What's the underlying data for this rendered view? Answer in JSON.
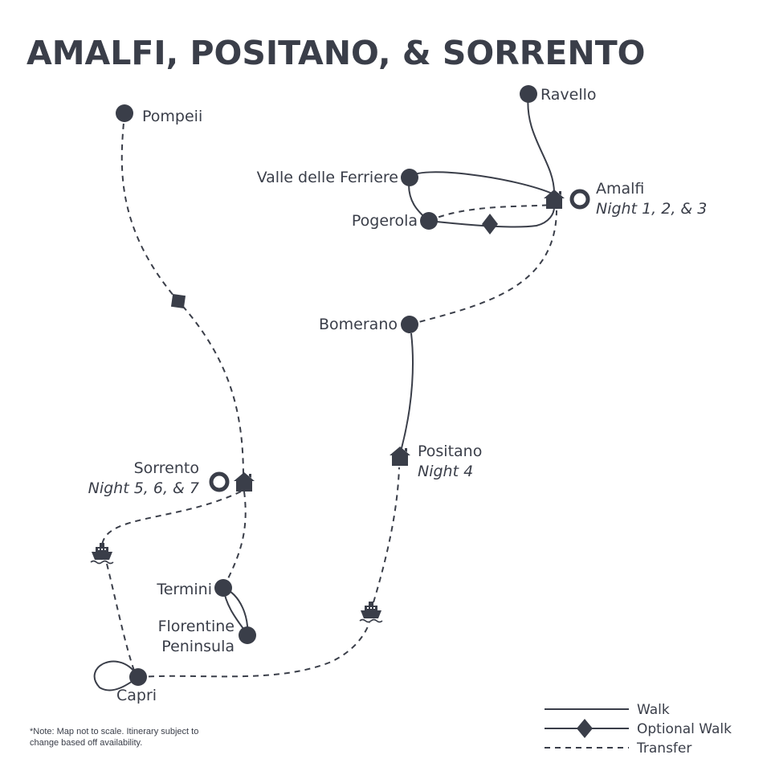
{
  "title": "AMALFI, POSITANO, & SORRENTO",
  "colors": {
    "ink": "#3a3e49",
    "background": "#ffffff"
  },
  "places": {
    "pompeii": "Pompeii",
    "ravello": "Ravello",
    "valle": "Valle delle Ferriere",
    "pogerola": "Pogerola",
    "amalfi": {
      "name": "Amalfi",
      "nights": "Night 1, 2, & 3"
    },
    "bomerano": "Bomerano",
    "positano": {
      "name": "Positano",
      "nights": "Night 4"
    },
    "sorrento": {
      "name": "Sorrento",
      "nights": "Night 5, 6, & 7"
    },
    "termini": "Termini",
    "florentine": [
      "Florentine",
      "Peninsula"
    ],
    "capri": "Capri"
  },
  "icons": [
    "house-icon",
    "ferry-icon",
    "overnight-ring-icon",
    "optional-diamond-icon",
    "stop-dot-icon"
  ],
  "legend": {
    "walk": "Walk",
    "optional": "Optional Walk",
    "transfer": "Transfer"
  },
  "note": [
    "*Note: Map not to scale. Itinerary subject to",
    "change based off availability."
  ]
}
